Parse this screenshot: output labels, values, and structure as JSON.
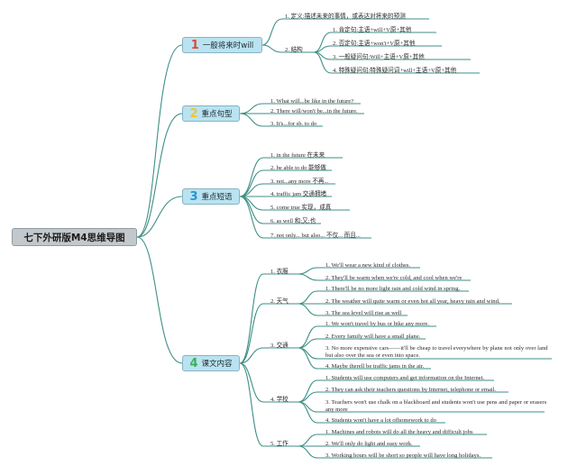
{
  "root": {
    "title": "七下外研版M4思维导图"
  },
  "colors": {
    "line": "#3d8f86",
    "root_fill": "#c2c8cc",
    "main_fill": "#b9e3f0",
    "num1": "#e0463c",
    "num2": "#f2c431",
    "num3": "#2a93d6",
    "num4": "#3bb05a"
  },
  "branch1": {
    "num": "1",
    "title": "一般将来时will",
    "def": "1. 定义:描述未来的事情，或表达对将来的预测",
    "struct": "2. 结构",
    "struct_items": [
      "1. 肯定句:主语+will+V原+其他",
      "2. 否定句:主语+won't+V原+其他",
      "3. 一般疑问句:Will+主语+V原+其他",
      "4. 特殊疑问句:特殊疑问词+will+主语+V原+其他"
    ]
  },
  "branch2": {
    "num": "2",
    "title": "重点句型",
    "items": [
      "1. What will...be like in the future?",
      "2. There will/won't be...in the future.",
      "3. It's...for sb. to do"
    ]
  },
  "branch3": {
    "num": "3",
    "title": "重点短语",
    "items": [
      "1. in the future 在未来",
      "2. be able to do 能够做",
      "3. not...any more 不再...",
      "4. traffic jam 交通拥堵",
      "5. come true 实现，成真",
      "6. as well 和;又;也",
      "7. not only... but also... 不仅... 而且..."
    ]
  },
  "branch4": {
    "num": "4",
    "title": "课文内容",
    "topics": [
      {
        "label": "1. 衣服",
        "items": [
          "1. We'll wear a new kind of clothes.",
          "2. They'll be warm when we're cold, and cool when we're"
        ]
      },
      {
        "label": "2. 天气",
        "items": [
          "1. There'll be no more light rain and cold wind in spring.",
          "2. The weather will quite warm or even hot all year, heavy rain and wind.",
          "3. The sea level will rise as well"
        ]
      },
      {
        "label": "3. 交通",
        "items": [
          "1. We won't travel by bus or bike any more.",
          "2. Every family will have a small plane.",
          "3. No more expensive cars——it'll be cheap to travel everywhere by plane not only over land but also over the sea or even into space.",
          "4. Maybe therell be traffic jams in the air."
        ]
      },
      {
        "label": "4. 学校",
        "items": [
          "1. Students will use computers and get information on the Internet.",
          "2. They can ask their teachers questions by Internet, telephone or email.",
          "3. Teachers won't use chalk on a blackboard and students won't use pens and paper or erasers any more",
          "4. Students won't have a lot ofhomework to do"
        ]
      },
      {
        "label": "5. 工作",
        "items": [
          "1. Machines and robots will do all the heavy and difficult jobs",
          "2. We'll only do light and easy work.",
          "3. Working hours will be short so people will have long holidays."
        ]
      }
    ]
  }
}
